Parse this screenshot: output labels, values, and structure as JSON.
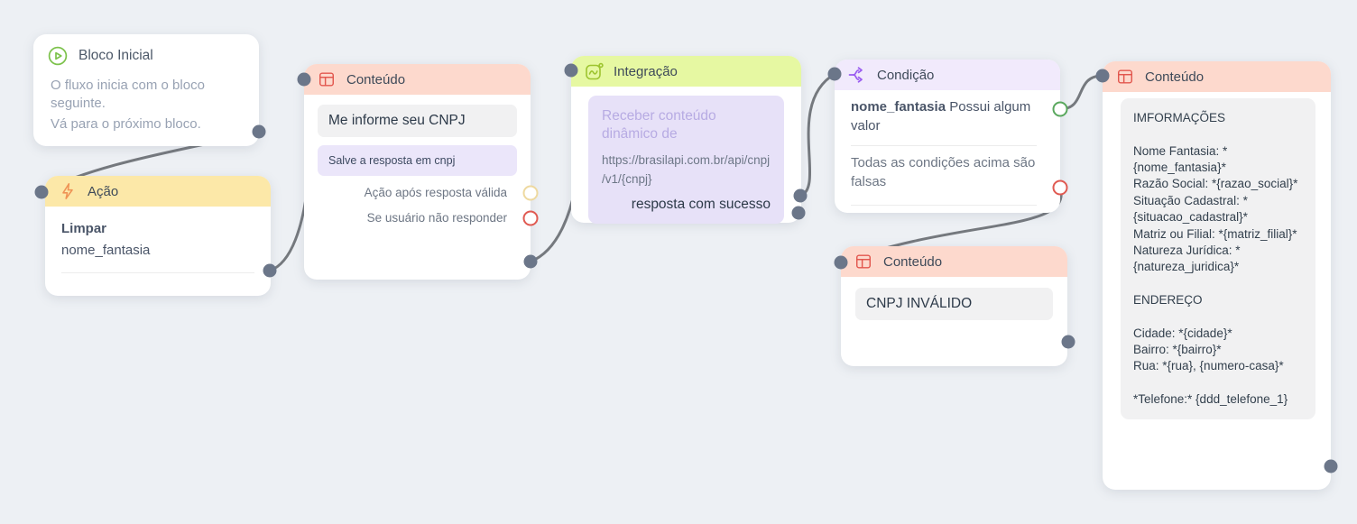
{
  "app": {
    "name": "chatbot-flow-builder"
  },
  "colors": {
    "canvas_bg": "#edf0f4",
    "edge": "#75797e",
    "connector_dot": "#6b7689",
    "header_acao": "#fce8a8",
    "header_conteudo": "#fdd9cd",
    "header_integracao": "#e6f8a2",
    "header_condicao": "#f1eafc",
    "icon_play": "#7cc24b",
    "icon_bolt": "#ef9355",
    "icon_table": "#e2574e",
    "icon_integration": "#9dc42f",
    "icon_branch": "#9a5cf0",
    "port_valid": "#eed9a0",
    "port_invalid": "#e05a52",
    "port_true": "#5aa85e",
    "port_false": "#e05a52"
  },
  "nodes": {
    "start": {
      "title": "Bloco Inicial",
      "body_line1": "O fluxo inicia com o bloco seguinte.",
      "body_line2": "Vá para o próximo bloco."
    },
    "acao": {
      "title": "Ação",
      "action_label": "Limpar",
      "action_target": "nome_fantasia"
    },
    "conteudo1": {
      "title": "Conteúdo",
      "message": "Me informe seu CNPJ",
      "save_note": "Salve a resposta em cnpj",
      "port_valid_label": "Ação após resposta válida",
      "port_no_answer_label": "Se usuário não responder"
    },
    "integracao": {
      "title": "Integração",
      "description": "Receber conteúdo dinâmico de",
      "url": "https://brasilapi.com.br/api/cnpj/v1/{cnpj}",
      "port_success_label": "resposta com sucesso"
    },
    "condicao": {
      "title": "Condição",
      "condition_var": "nome_fantasia",
      "condition_text": "Possui algum valor",
      "else_text": "Todas as condições acima são falsas"
    },
    "conteudo2": {
      "title": "Conteúdo",
      "message": "CNPJ INVÁLIDO"
    },
    "conteudo3": {
      "title": "Conteúdo",
      "message": "IMFORMAÇÕES\n\nNome Fantasia: *{nome_fantasia}*\nRazão Social: *{razao_social}*\nSituação Cadastral: *{situacao_cadastral}*\nMatriz ou Filial: *{matriz_filial}*\nNatureza Jurídica: *{natureza_juridica}*\n\nENDEREÇO\n\nCidade: *{cidade}*\nBairro: *{bairro}*\nRua: *{rua}, {numero-casa}*\n\n*Telefone:* {ddd_telefone_1}"
    }
  }
}
